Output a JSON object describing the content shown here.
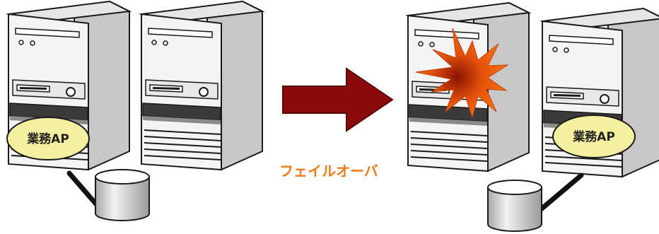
{
  "before": {
    "app_label": "業務AP"
  },
  "after": {
    "app_label": "業務AP"
  },
  "transition": {
    "label": "フェイルオーバ"
  },
  "colors": {
    "server_front": "#f3f3f3",
    "server_side": "#c8c8c8",
    "server_top": "#e4e4e4",
    "outline": "#1a1a1a",
    "app_bubble": "#f5f0a0",
    "arrow": "#8b0a0a",
    "failover_text": "#f07a1a",
    "explosion_outer": "#ff6a00",
    "explosion_inner": "#9a1a05"
  },
  "icons": {
    "failure": "explosion-icon",
    "storage": "disk-cylinder-icon"
  }
}
